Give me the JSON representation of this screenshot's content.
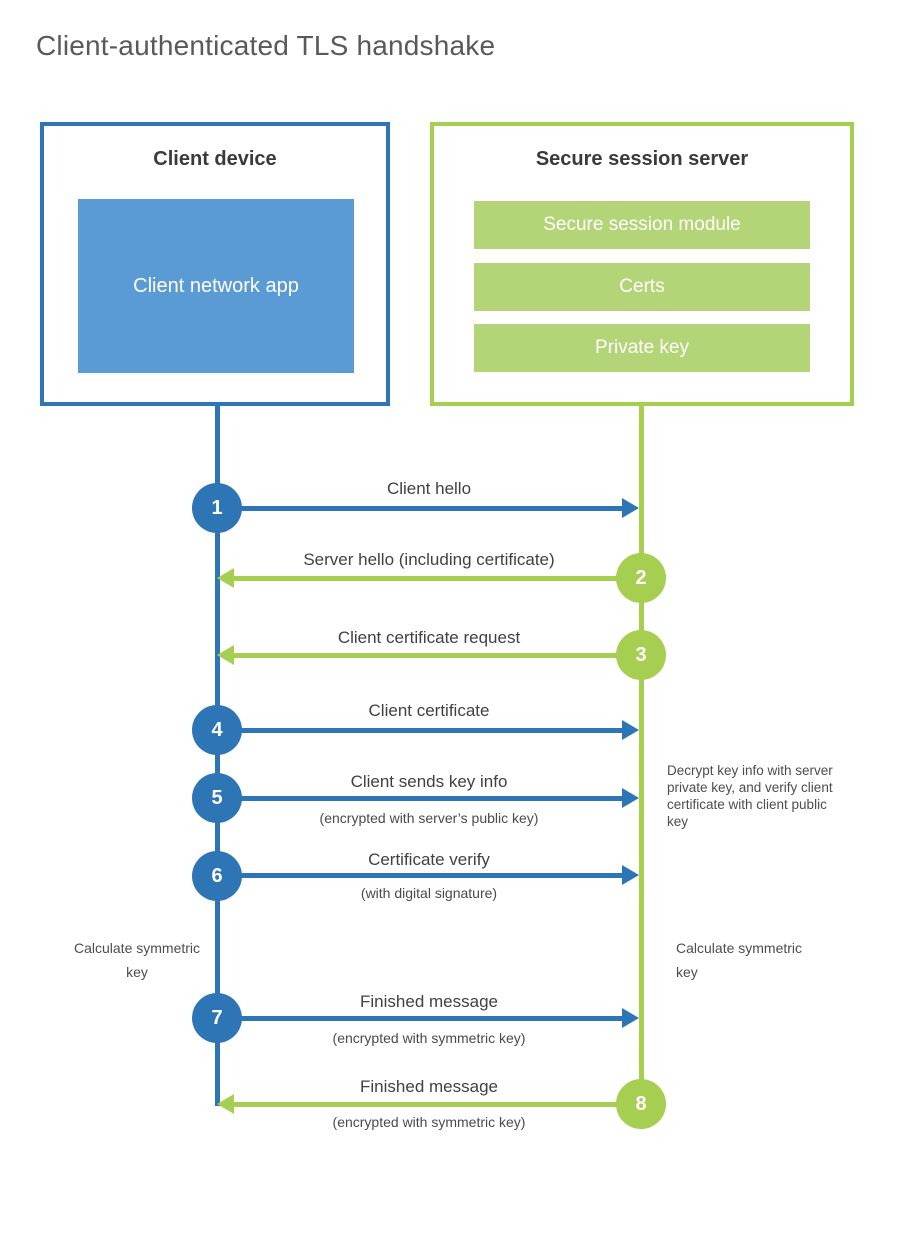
{
  "title": "Client-authenticated TLS handshake",
  "client": {
    "title": "Client device",
    "app_label": "Client network app"
  },
  "server": {
    "title": "Secure session server",
    "modules": [
      "Secure session module",
      "Certs",
      "Private key"
    ]
  },
  "steps": [
    {
      "num": "1",
      "label": "Client hello",
      "from": "client",
      "to": "server"
    },
    {
      "num": "2",
      "label": "Server hello (including certificate)",
      "from": "server",
      "to": "client"
    },
    {
      "num": "3",
      "label": "Client certificate request",
      "from": "server",
      "to": "client"
    },
    {
      "num": "4",
      "label": "Client certificate",
      "from": "client",
      "to": "server"
    },
    {
      "num": "5",
      "label": "Client sends key info",
      "sub": "(encrypted with server’s public key)",
      "from": "client",
      "to": "server"
    },
    {
      "num": "6",
      "label": "Certificate verify",
      "sub": "(with digital signature)",
      "from": "client",
      "to": "server"
    },
    {
      "num": "7",
      "label": "Finished message",
      "sub": "(encrypted with symmetric key)",
      "from": "client",
      "to": "server"
    },
    {
      "num": "8",
      "label": "Finished message",
      "sub": "(encrypted with symmetric key)",
      "from": "server",
      "to": "client"
    }
  ],
  "notes": {
    "server_decrypt": "Decrypt key info with server private key, and verify client certificate with client public key",
    "client_calculate": "Calculate symmetric key",
    "server_calculate": "Calculate symmetric key"
  },
  "colors": {
    "blue": "#2e75b6",
    "blue_fill": "#5b9bd5",
    "green": "#a6cf52",
    "green_fill": "#b3d577"
  }
}
